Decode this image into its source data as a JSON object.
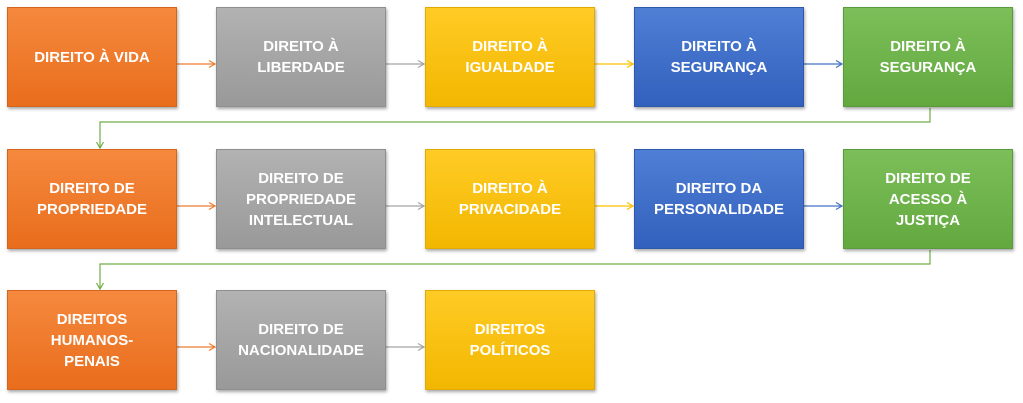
{
  "diagram": {
    "nodes": [
      {
        "label": "DIREITO À VIDA",
        "color": "orange"
      },
      {
        "label": "DIREITO À\nLIBERDADE",
        "color": "gray"
      },
      {
        "label": "DIREITO À\nIGUALDADE",
        "color": "yellow"
      },
      {
        "label": "DIREITO À\nSEGURANÇA",
        "color": "blue"
      },
      {
        "label": "DIREITO À\nSEGURANÇA",
        "color": "green"
      },
      {
        "label": "DIREITO DE\nPROPRIEDADE",
        "color": "orange"
      },
      {
        "label": "DIREITO DE\nPROPRIEDADE\nINTELECTUAL",
        "color": "gray"
      },
      {
        "label": "DIREITO À\nPRIVACIDADE",
        "color": "yellow"
      },
      {
        "label": "DIREITO DA\nPERSONALIDADE",
        "color": "blue"
      },
      {
        "label": "DIREITO DE\nACESSO À\nJUSTIÇA",
        "color": "green"
      },
      {
        "label": "DIREITOS\nHUMANOS-\nPENAIS",
        "color": "orange"
      },
      {
        "label": "DIREITO DE\nNACIONALIDADE",
        "color": "gray"
      },
      {
        "label": "DIREITOS\nPOLÍTICOS",
        "color": "yellow"
      }
    ],
    "colors": {
      "orange": "#ed7d31",
      "gray": "#a5a5a5",
      "yellow": "#ffc000",
      "blue": "#4472c4",
      "green": "#70ad47"
    }
  }
}
